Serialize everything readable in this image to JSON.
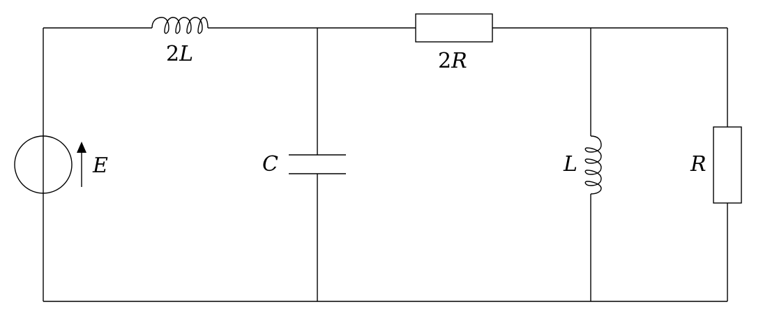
{
  "components": {
    "source": {
      "label": "E"
    },
    "top_inductor": {
      "coef": "2",
      "sym": "L"
    },
    "top_resistor": {
      "coef": "2",
      "sym": "R"
    },
    "capacitor": {
      "label": "C"
    },
    "shunt_inductor": {
      "label": "L"
    },
    "shunt_resistor": {
      "label": "R"
    }
  }
}
